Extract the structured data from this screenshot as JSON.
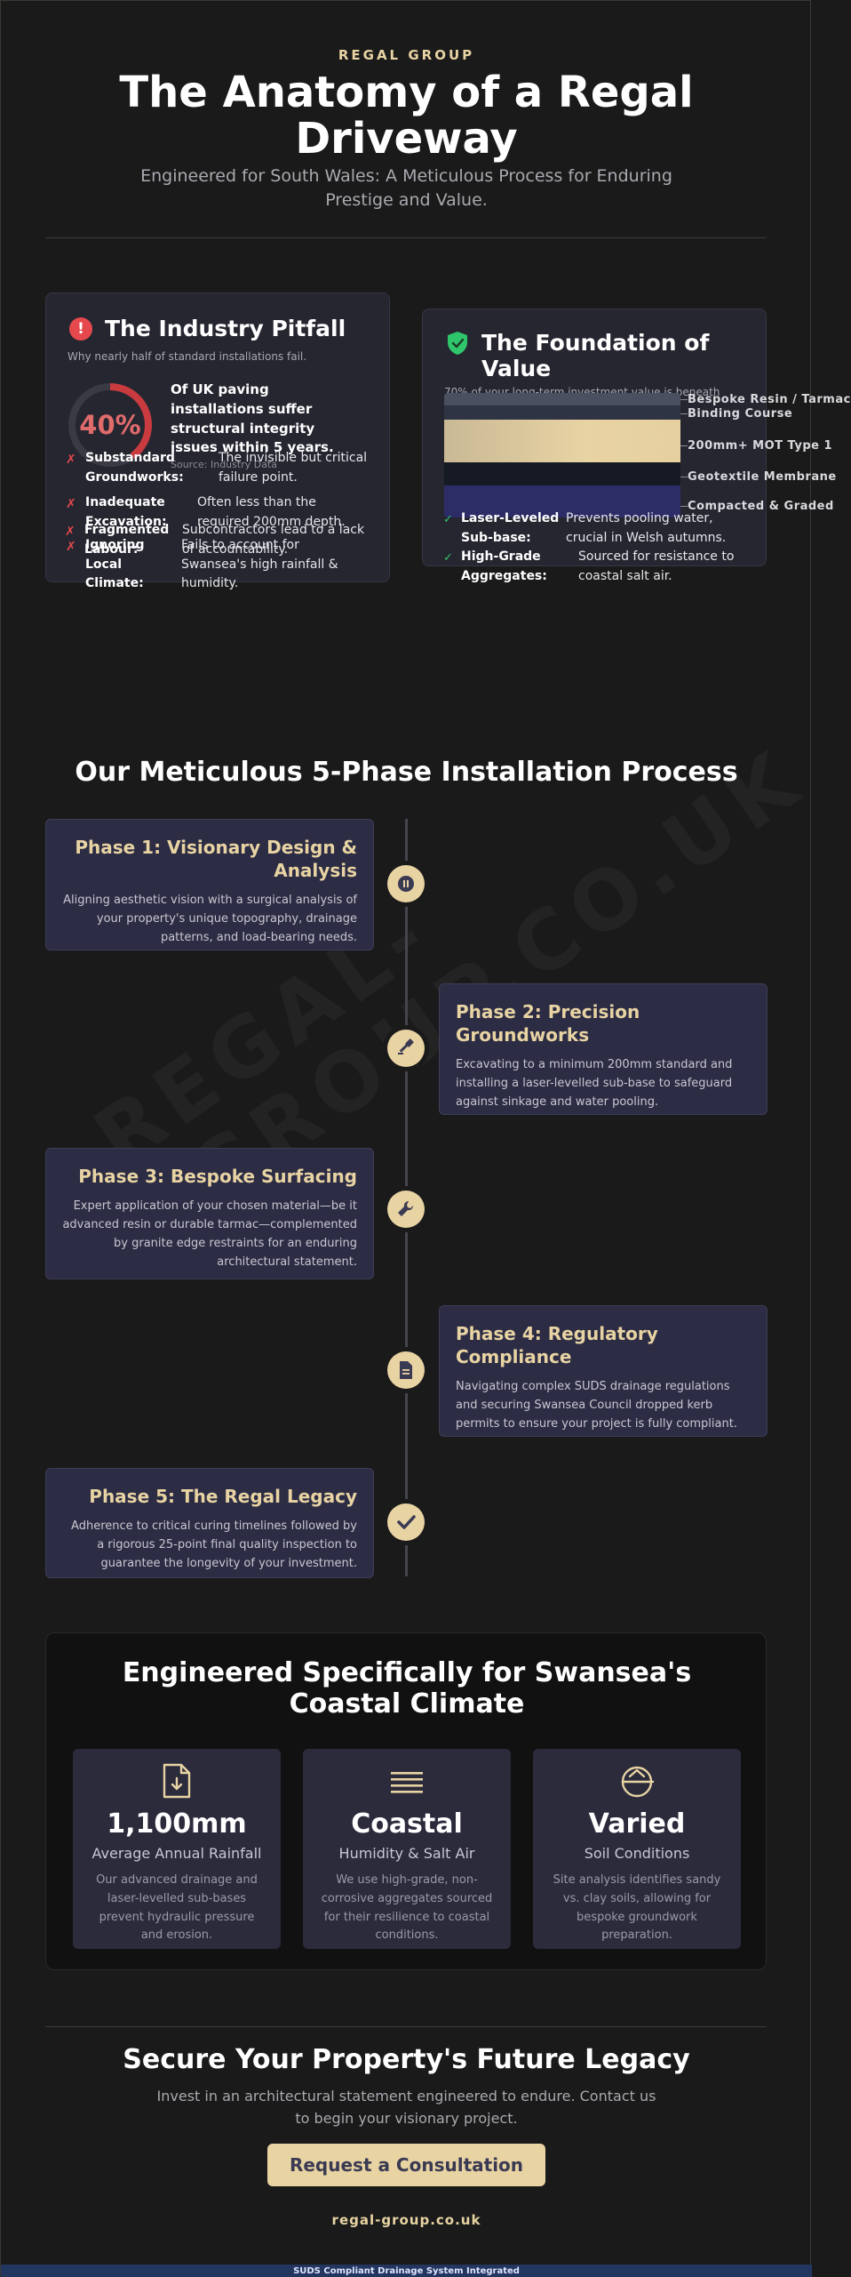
{
  "header": {
    "brand": "REGAL GROUP",
    "title": "The Anatomy of a Regal Driveway",
    "subtitle": "Engineered for South Wales: A Meticulous Process for Enduring Prestige and Value."
  },
  "watermark": {
    "line1": "REGAL-",
    "line2": "GROUP.CO.UK"
  },
  "pitfall": {
    "title": "The Industry Pitfall",
    "description": "Why nearly half of standard installations fail.",
    "stat_value": "40%",
    "stat_fraction": 0.4,
    "stat_text": "Of UK paving installations suffer structural integrity issues within 5 years.",
    "source": "Source: Industry Data",
    "accent": "#e5484d",
    "items": [
      {
        "term": "Substandard Groundworks:",
        "definition": "The invisible but critical failure point."
      },
      {
        "term": "Inadequate Excavation:",
        "definition": "Often less than the required 200mm depth."
      },
      {
        "term": "Ignoring Local Climate:",
        "definition": "Fails to account for Swansea's high rainfall & humidity."
      },
      {
        "term": "Fragmented Labour:",
        "definition": "Subcontractors lead to a lack of accountability."
      }
    ]
  },
  "foundation": {
    "title": "The Foundation of Value",
    "description": "70% of your long-term investment value is beneath the surface.",
    "layers": [
      {
        "label": "Bespoke Resin / Tarmac",
        "color": "#4a5060"
      },
      {
        "label": "Binding Course",
        "color": "#2e3444"
      },
      {
        "label": "200mm+ MOT Type 1",
        "color": "#dcc89c"
      },
      {
        "label": "Geotextile Membrane",
        "color": "#161a24"
      },
      {
        "label": "Compacted & Graded",
        "color": "#2c2c66"
      }
    ],
    "items": [
      {
        "term": "Laser-Leveled Sub-base:",
        "definition": "Prevents pooling water, crucial in Welsh autumns."
      },
      {
        "term": "High-Grade Aggregates:",
        "definition": "Sourced for resistance to coastal salt air."
      }
    ]
  },
  "process": {
    "title": "Our Meticulous 5-Phase Installation Process",
    "phases": [
      {
        "title": "Phase 1: Visionary Design & Analysis",
        "description": "Aligning aesthetic vision with a surgical analysis of your property's unique topography, drainage patterns, and load-bearing needs.",
        "icon": "pause-icon"
      },
      {
        "title": "Phase 2: Precision Groundworks",
        "description": "Excavating to a minimum 200mm standard and installing a laser-levelled sub-base to safeguard against sinkage and water pooling.",
        "icon": "hammer-icon"
      },
      {
        "title": "Phase 3: Bespoke Surfacing",
        "description": "Expert application of your chosen material—be it advanced resin or durable tarmac—complemented by granite edge restraints for an enduring architectural statement.",
        "icon": "wrench-icon"
      },
      {
        "title": "Phase 4: Regulatory Compliance",
        "description": "Navigating complex SUDS drainage regulations and securing Swansea Council dropped kerb permits to ensure your project is fully compliant.",
        "icon": "document-icon"
      },
      {
        "title": "Phase 5: The Regal Legacy",
        "description": "Adherence to critical curing timelines followed by a rigorous 25-point final quality inspection to guarantee the longevity of your investment.",
        "icon": "checkmark-icon"
      }
    ]
  },
  "climate": {
    "title": "Engineered Specifically for Swansea's Coastal Climate",
    "stats": [
      {
        "value": "1,100mm",
        "label": "Average Annual Rainfall",
        "description": "Our advanced drainage and laser-levelled sub-bases prevent hydraulic pressure and erosion.",
        "icon": "file-download-icon"
      },
      {
        "value": "Coastal",
        "label": "Humidity & Salt Air",
        "description": "We use high-grade, non-corrosive aggregates sourced for their resilience to coastal conditions.",
        "icon": "lines-icon"
      },
      {
        "value": "Varied",
        "label": "Soil Conditions",
        "description": "Site analysis identifies sandy vs. clay soils, allowing for bespoke groundwork preparation.",
        "icon": "soil-icon"
      }
    ]
  },
  "cta": {
    "title": "Secure Your Property's Future Legacy",
    "subtitle": "Invest in an architectural statement engineered to endure. Contact us to begin your visionary project.",
    "button_label": "Request a Consultation",
    "domain": "regal-group.co.uk",
    "footer_note": "SUDS Compliant Drainage System Integrated"
  },
  "colors": {
    "accent_gold": "#e8d3a3",
    "background": "#1a1a1a",
    "card": "#262631",
    "phase_card": "#2c2c44",
    "danger": "#e5484d",
    "success": "#2fc66b"
  }
}
